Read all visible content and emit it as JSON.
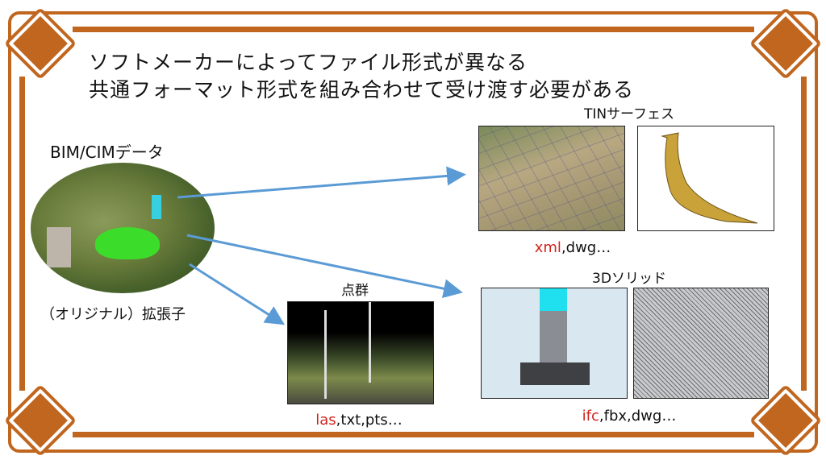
{
  "title_lines": [
    "ソフトメーカーによってファイル形式が異なる",
    "共通フォーマット形式を組み合わせて受け渡す必要がある"
  ],
  "source": {
    "label": "BIM/CIMデータ",
    "caption": "（オリジナル）拡張子"
  },
  "tin": {
    "label": "TINサーフェス",
    "ext_highlight": "xml",
    "ext_rest": ",dwg…"
  },
  "solid": {
    "label": "3Dソリッド",
    "ext_highlight": "ifc",
    "ext_rest": ",fbx,dwg…"
  },
  "pointcloud": {
    "label": "点群",
    "ext_highlight": "las",
    "ext_rest": ",txt,pts…"
  },
  "colors": {
    "frame": "#c0661f",
    "highlight": "#d2231e",
    "arrow": "#5b9bd5"
  }
}
